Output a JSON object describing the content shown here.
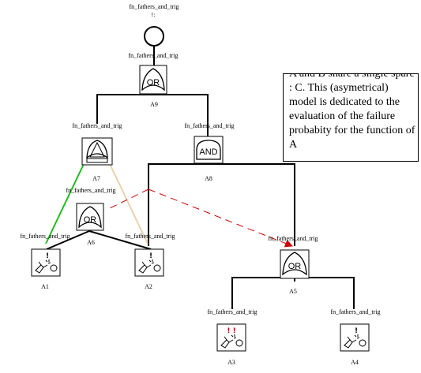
{
  "diagram": {
    "type": "fault-tree",
    "node_caption": "fn_fathers_and_trig",
    "top_event": {
      "symbol": "circle"
    },
    "gates": [
      {
        "id": "A9",
        "label": "A9",
        "type": "OR",
        "symbol": "OR"
      },
      {
        "id": "A7",
        "label": "A7",
        "type": "spare",
        "symbol": ""
      },
      {
        "id": "A8",
        "label": "A8",
        "type": "AND",
        "symbol": "AND"
      },
      {
        "id": "A6",
        "label": "A6",
        "type": "OR",
        "symbol": "OR"
      },
      {
        "id": "A5",
        "label": "A5",
        "type": "OR",
        "symbol": "OR"
      }
    ],
    "basic_events": [
      {
        "id": "A1",
        "label": "A1",
        "mark": "!"
      },
      {
        "id": "A2",
        "label": "A2",
        "mark": "!"
      },
      {
        "id": "A3",
        "label": "A3",
        "mark": "! !"
      },
      {
        "id": "A4",
        "label": "A4",
        "mark": "!"
      }
    ],
    "colors": {
      "line": "#000000",
      "spare_primary_link": "#22bb22",
      "spare_secondary_link": "#e8d2b0",
      "dependency_arrow": "#cc0000"
    },
    "note": "A and B share a single spare : C. This (asymetrical) model is dedicated to the evaluation of the failure probabity for the function of A"
  }
}
